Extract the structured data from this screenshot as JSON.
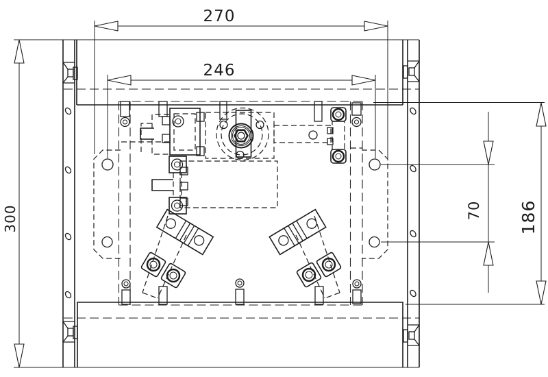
{
  "drawing": {
    "background": "#ffffff",
    "line_color": "#1c1c1c",
    "kind": "mechanical-assembly-top-view",
    "dimensions": {
      "top_width": "270",
      "inner_width": "246",
      "overall_height": "300",
      "hole_spacing": "70",
      "side_height": "186"
    }
  }
}
